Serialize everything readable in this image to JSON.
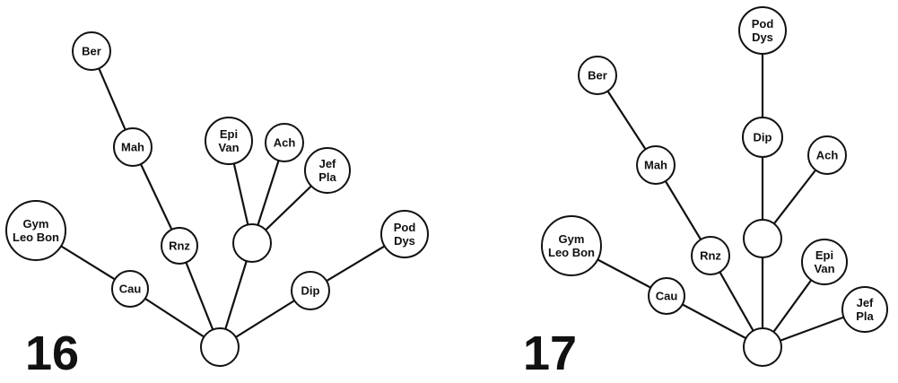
{
  "figures": [
    {
      "number": "16",
      "nodes": [
        {
          "id": "root",
          "lines": []
        },
        {
          "id": "cau",
          "lines": [
            "Cau"
          ]
        },
        {
          "id": "gym",
          "lines": [
            "Gym",
            "Leo Bon"
          ]
        },
        {
          "id": "rnz",
          "lines": [
            "Rnz"
          ]
        },
        {
          "id": "mah",
          "lines": [
            "Mah"
          ]
        },
        {
          "id": "ber",
          "lines": [
            "Ber"
          ]
        },
        {
          "id": "hub",
          "lines": []
        },
        {
          "id": "epi",
          "lines": [
            "Epi",
            "Van"
          ]
        },
        {
          "id": "ach",
          "lines": [
            "Ach"
          ]
        },
        {
          "id": "jef",
          "lines": [
            "Jef",
            "Pla"
          ]
        },
        {
          "id": "dip",
          "lines": [
            "Dip"
          ]
        },
        {
          "id": "pod",
          "lines": [
            "Pod",
            "Dys"
          ]
        }
      ],
      "edges": [
        [
          "root",
          "cau"
        ],
        [
          "cau",
          "gym"
        ],
        [
          "root",
          "rnz"
        ],
        [
          "rnz",
          "mah"
        ],
        [
          "mah",
          "ber"
        ],
        [
          "root",
          "hub"
        ],
        [
          "hub",
          "epi"
        ],
        [
          "hub",
          "ach"
        ],
        [
          "hub",
          "jef"
        ],
        [
          "root",
          "dip"
        ],
        [
          "dip",
          "pod"
        ]
      ]
    },
    {
      "number": "17",
      "nodes": [
        {
          "id": "root",
          "lines": []
        },
        {
          "id": "cau",
          "lines": [
            "Cau"
          ]
        },
        {
          "id": "gym",
          "lines": [
            "Gym",
            "Leo Bon"
          ]
        },
        {
          "id": "rnz",
          "lines": [
            "Rnz"
          ]
        },
        {
          "id": "mah",
          "lines": [
            "Mah"
          ]
        },
        {
          "id": "ber",
          "lines": [
            "Ber"
          ]
        },
        {
          "id": "hub",
          "lines": []
        },
        {
          "id": "dip",
          "lines": [
            "Dip"
          ]
        },
        {
          "id": "pod",
          "lines": [
            "Pod",
            "Dys"
          ]
        },
        {
          "id": "ach",
          "lines": [
            "Ach"
          ]
        },
        {
          "id": "epi",
          "lines": [
            "Epi",
            "Van"
          ]
        },
        {
          "id": "jef",
          "lines": [
            "Jef",
            "Pla"
          ]
        }
      ],
      "edges": [
        [
          "root",
          "cau"
        ],
        [
          "cau",
          "gym"
        ],
        [
          "root",
          "rnz"
        ],
        [
          "rnz",
          "mah"
        ],
        [
          "mah",
          "ber"
        ],
        [
          "root",
          "hub"
        ],
        [
          "hub",
          "dip"
        ],
        [
          "dip",
          "pod"
        ],
        [
          "hub",
          "ach"
        ],
        [
          "root",
          "epi"
        ],
        [
          "root",
          "jef"
        ]
      ]
    }
  ]
}
